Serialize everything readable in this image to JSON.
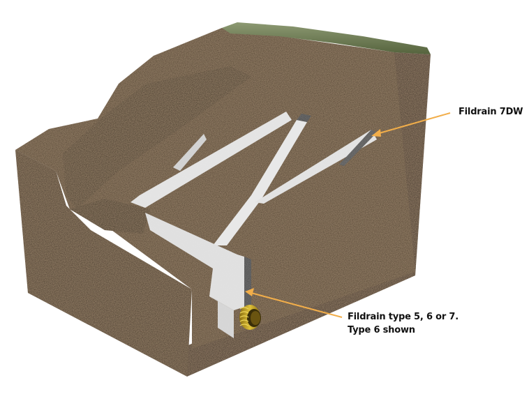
{
  "diagram": {
    "subject": "Cross-section of a soil slope showing a herringbone drainage layout with a collector pipe",
    "colors": {
      "background": "#ffffff",
      "soil_dark": "#2e231b",
      "soil_mid": "#4a3a2c",
      "soil_light": "#6b5643",
      "grass": "#6f7d55",
      "geotextile": "#e6e6e6",
      "geotextile_shadow": "#bdbdbd",
      "core_black": "#2a2a2a",
      "pipe_yellow": "#c9a71c",
      "callout_arrow": "#f2ae4a"
    },
    "callouts": [
      {
        "id": "fildrain-7dw",
        "text": "Fildrain 7DW",
        "points_to": "branch drain strip on slope"
      },
      {
        "id": "fildrain-type",
        "line1": "Fildrain type 5, 6 or 7.",
        "line2": "Type 6 shown",
        "points_to": "collector drain with pipe at toe of slope"
      }
    ],
    "components": [
      "soil-block",
      "grass-top",
      "stepped-terrace",
      "herringbone-branch-drains",
      "collector-drain-trench",
      "perforated-pipe"
    ]
  }
}
